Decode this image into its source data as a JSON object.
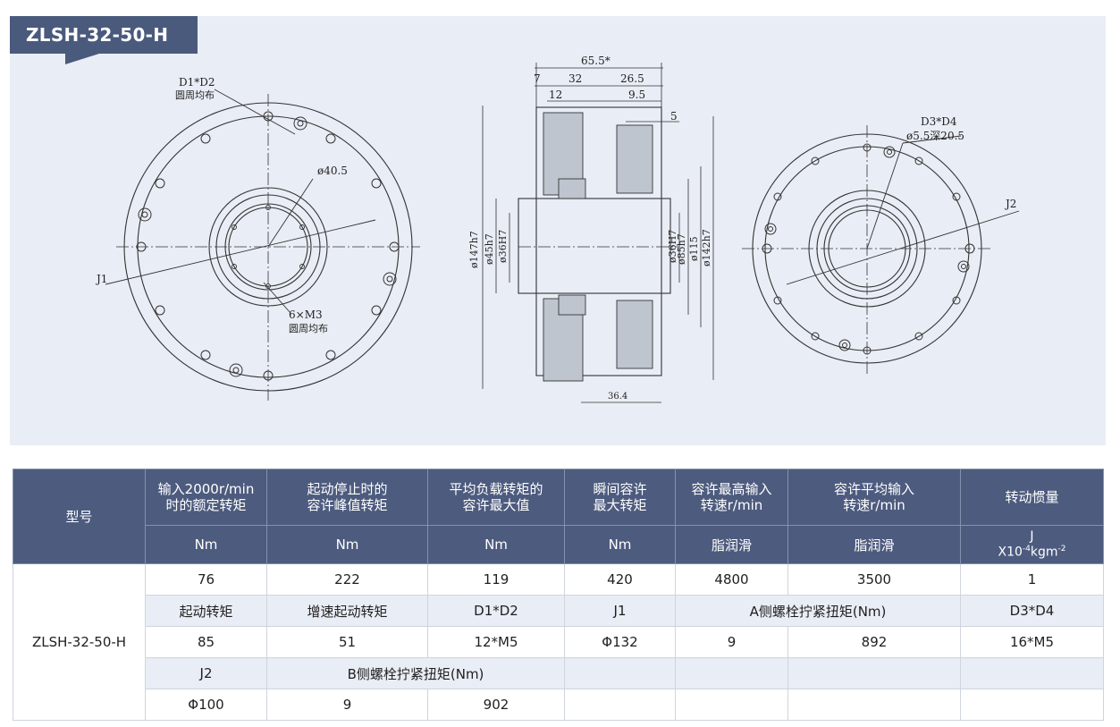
{
  "title": "ZLSH-32-50-H",
  "colors": {
    "header_bg": "#4d5b7e",
    "panel_bg": "#e9edf5",
    "row_alt": "#e9edf5"
  },
  "drawing_labels": {
    "d1d2": "D1*D2",
    "d1d2_note": "圆周均布",
    "dia_40_5": "ø40.5",
    "j1": "J1",
    "m3": "6×M3",
    "m3_note": "圆周均布",
    "dim_65_5": "65.5*",
    "dim_7": "7",
    "dim_32": "32",
    "dim_26_5": "26.5",
    "dim_12": "12",
    "dim_9_5": "9.5",
    "dim_5": "5",
    "dia_147h7": "ø147h7",
    "dia_45h7": "ø45h7",
    "dia_36H7_left": "ø36H7",
    "dia_36H7_right": "ø36H7",
    "dia_85h7": "ø85h7",
    "dia_115": "ø115",
    "dia_142h7": "ø142h7",
    "dim_36_4": "36.4",
    "d3d4": "D3*D4",
    "d3d4_note": "ø5.5深20.5",
    "j2": "J2"
  },
  "table": {
    "header": {
      "model": "型号",
      "rated_torque_l1": "输入2000r/min",
      "rated_torque_l2": "时的额定转矩",
      "peak_torque_l1": "起动停止时的",
      "peak_torque_l2": "容许峰值转矩",
      "avg_torque_l1": "平均负载转矩的",
      "avg_torque_l2": "容许最大值",
      "instant_l1": "瞬间容许",
      "instant_l2": "最大转矩",
      "max_speed_l1": "容许最高输入",
      "max_speed_l2": "转速r/min",
      "avg_speed_l1": "容许平均输入",
      "avg_speed_l2": "转速r/min",
      "inertia": "转动惯量"
    },
    "units": {
      "u1": "Nm",
      "u2": "Nm",
      "u3": "Nm",
      "u4": "Nm",
      "u5": "脂润滑",
      "u6": "脂润滑",
      "inertia_top": "J",
      "inertia_base": "X10",
      "inertia_exp": "-4",
      "inertia_unit": "kgm",
      "inertia_unit_exp": "-2"
    },
    "model_name": "ZLSH-32-50-H",
    "rows": [
      [
        "76",
        "222",
        "119",
        "420",
        "4800",
        "3500",
        "1"
      ],
      [
        "起动转矩",
        "增速起动转矩",
        "D1*D2",
        "J1",
        "A侧螺栓拧紧扭矩(Nm)",
        "D3*D4"
      ],
      [
        "85",
        "51",
        "12*M5",
        "Φ132",
        "9",
        "892",
        "16*M5"
      ],
      [
        "J2",
        "B侧螺栓拧紧扭矩(Nm)"
      ],
      [
        "Φ100",
        "9",
        "902"
      ]
    ]
  }
}
